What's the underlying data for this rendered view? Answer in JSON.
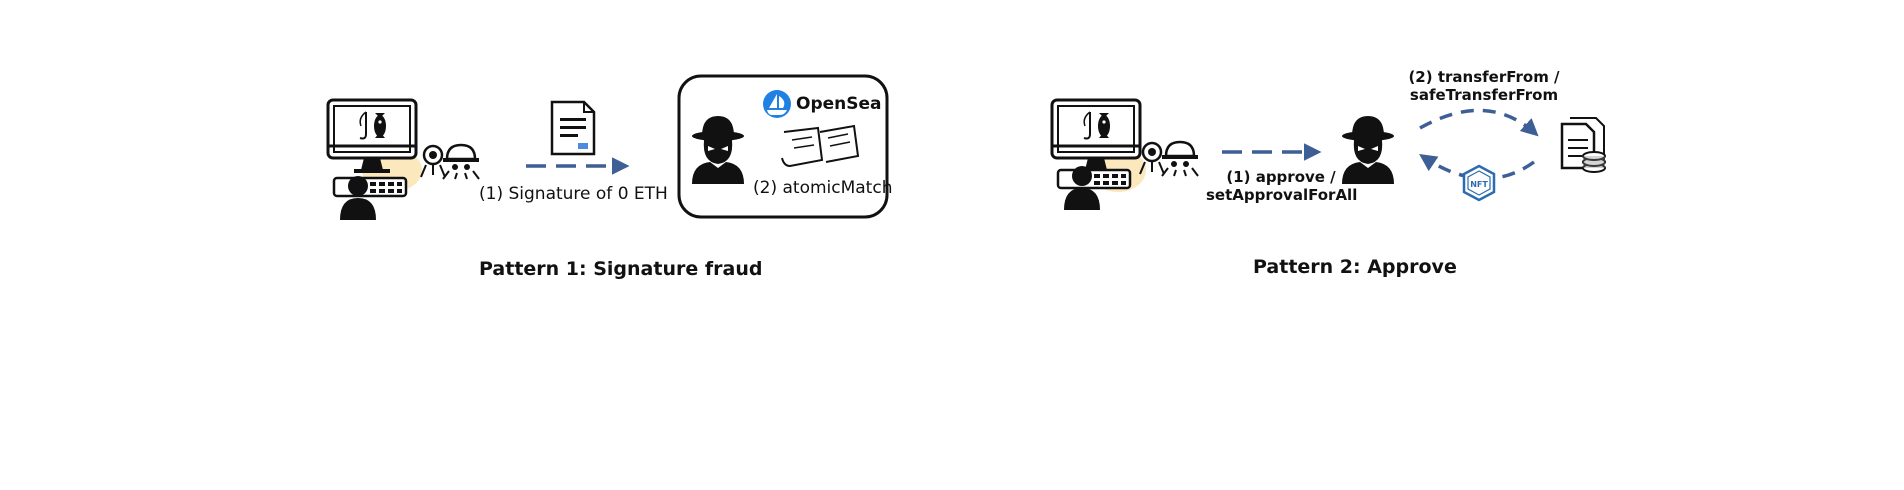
{
  "colors": {
    "arrow": "#3d5f96",
    "opensea_blue": "#2081e2",
    "glow": "#fbe8bd",
    "ink": "#111111"
  },
  "pattern1": {
    "caption": "Pattern 1: Signature fraud",
    "step1": "(1) Signature of 0 ETH",
    "step2": "(2) atomicMatch",
    "brand": "OpenSea",
    "icons": [
      "computer-phishing-icon",
      "user-icon",
      "spy-icons",
      "document-icon",
      "hacker-icon",
      "opensea-logo-icon",
      "scrolls-icon"
    ]
  },
  "pattern2": {
    "caption": "Pattern 2: Approve",
    "step1_line1": "(1) approve /",
    "step1_line2": "setApprovalForAll",
    "step2_line1": "(2) transferFrom /",
    "step2_line2": "safeTransferFrom",
    "nft_label": "NFT",
    "icons": [
      "computer-phishing-icon",
      "user-icon",
      "spy-icons",
      "hacker-icon",
      "nft-icon",
      "documents-coins-icon"
    ]
  }
}
